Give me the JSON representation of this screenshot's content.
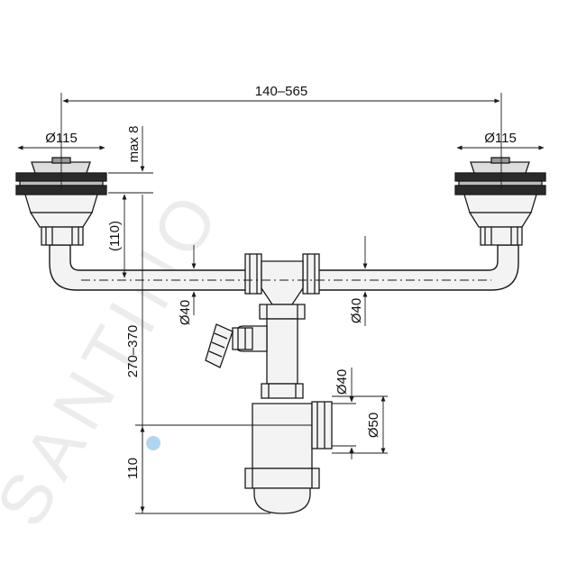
{
  "watermark": "SANTINO",
  "dimensions": {
    "span": "140–565",
    "strainer_left": "Ø115",
    "strainer_right": "Ø115",
    "max_flange": "max 8",
    "drop": "(110)",
    "height_total": "270–370",
    "height_trap": "110",
    "pipe_left": "Ø40",
    "pipe_right": "Ø40",
    "outlet_inner": "Ø40",
    "outlet_outer": "Ø50"
  },
  "colors": {
    "line": "#1a1a1a",
    "fill": "#f3f3f3",
    "accent": "#6fb3e6"
  }
}
